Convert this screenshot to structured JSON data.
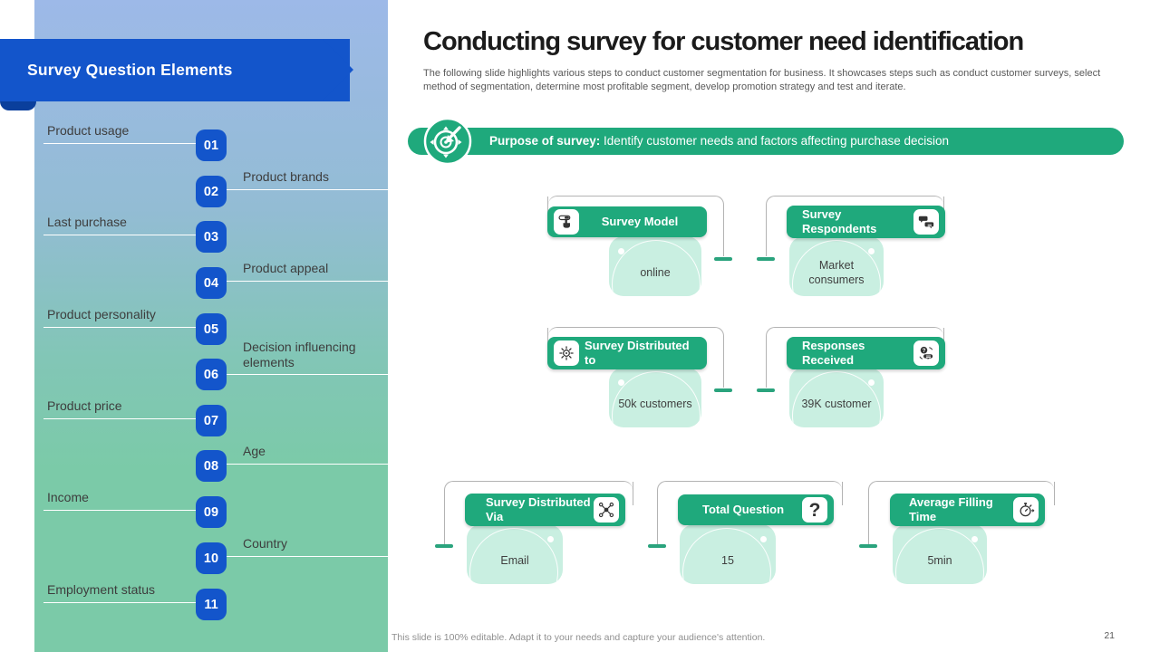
{
  "slide": {
    "footer_note": "This slide is 100% editable.  Adapt it to your needs and capture your audience's attention.",
    "page_number": "21"
  },
  "sidebar": {
    "title": "Survey Question Elements",
    "items": [
      {
        "num": "01",
        "label": "Product usage"
      },
      {
        "num": "02",
        "label": "Product brands"
      },
      {
        "num": "03",
        "label": "Last purchase"
      },
      {
        "num": "04",
        "label": "Product appeal"
      },
      {
        "num": "05",
        "label": "Product personality"
      },
      {
        "num": "06",
        "label": "Decision influencing elements"
      },
      {
        "num": "07",
        "label": "Product price"
      },
      {
        "num": "08",
        "label": "Age"
      },
      {
        "num": "09",
        "label": "Income"
      },
      {
        "num": "10",
        "label": "Country"
      },
      {
        "num": "11",
        "label": "Employment status"
      }
    ]
  },
  "header": {
    "title": "Conducting survey for customer need identification",
    "subtitle": "The following slide highlights various steps to conduct customer segmentation for business. It showcases steps such as conduct customer surveys, select method of segmentation, determine most profitable segment, develop promotion strategy and test and iterate."
  },
  "purpose": {
    "label": "Purpose of survey:",
    "text": " Identify customer needs and factors affecting purchase decision"
  },
  "cards": [
    {
      "title": "Survey Model",
      "value": "online",
      "icon": "pointer-toggle-icon"
    },
    {
      "title": "Survey Respondents",
      "value": "Market consumers",
      "icon": "chat-bubbles-icon"
    },
    {
      "title": "Survey Distributed to",
      "value": "50k customers",
      "icon": "sun-burst-icon"
    },
    {
      "title": "Responses Received",
      "value": "39K customer",
      "icon": "question-answer-icon"
    },
    {
      "title": "Survey Distributed Via",
      "value": "Email",
      "icon": "network-share-icon"
    },
    {
      "title": "Total Question",
      "value": "15",
      "icon": "question-mark-icon"
    },
    {
      "title": "Average Filling Time",
      "value": "5min",
      "icon": "stopwatch-icon"
    }
  ],
  "colors": {
    "accent_blue": "#1355cb",
    "accent_blue_dark": "#0a3f9c",
    "accent_green": "#1fa97c",
    "mint": "#c9efe1",
    "sidebar_gradient_top": "#9db9e8",
    "sidebar_gradient_bottom": "#7bcaa8"
  }
}
